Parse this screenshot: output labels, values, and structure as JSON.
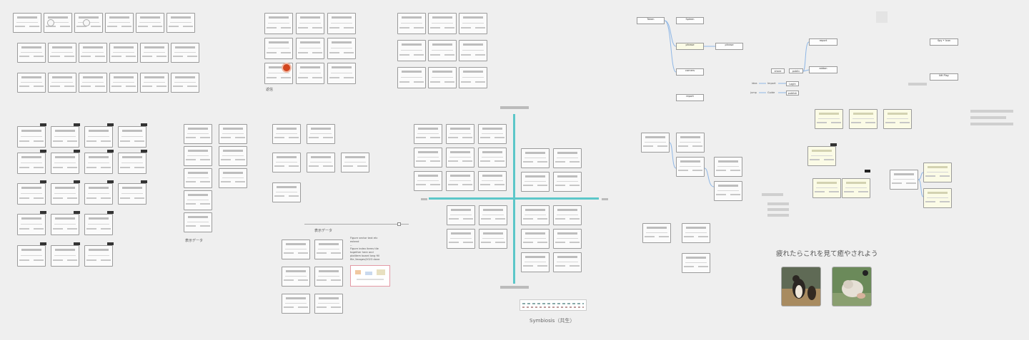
{
  "board": {
    "section_labels": {
      "top_middle": "返信",
      "left_column": "表示データ",
      "timeline": "表示データ",
      "quadrant_caption": "Symbiosis（共生）",
      "relax_heading": "疲れたらこれを見て癒やされよう"
    },
    "flow_nodes": {
      "n1": "Token",
      "n2": "Spleen",
      "n3": "phrase",
      "n4": "phrase",
      "n5": "corners",
      "n6": "report",
      "n7": "report",
      "n8": "addon",
      "n9": "Spy • Icon",
      "n10": "NH Play"
    },
    "flow_chips": {
      "c1": "share",
      "c2": "public",
      "c3": "Login",
      "c4": "publish",
      "c5": "idea",
      "c6": "Import",
      "c7": "jump",
      "c8": "Guide"
    },
    "note_lines": [
      "Figure vector text etc",
      "extend",
      "--",
      "Figure index items tile",
      "together here and",
      "plotitem board long fill",
      "file  /images/2023  done"
    ],
    "colors": {
      "background": "#efefef",
      "card_border": "#9a9a9a",
      "axis": "#5cc7c9",
      "connector": "#8fb7e6",
      "marker": "#d2451e"
    },
    "photos": [
      {
        "name": "dog-photo-1",
        "alt": "dog"
      },
      {
        "name": "dog-photo-2",
        "alt": "dog"
      }
    ]
  }
}
